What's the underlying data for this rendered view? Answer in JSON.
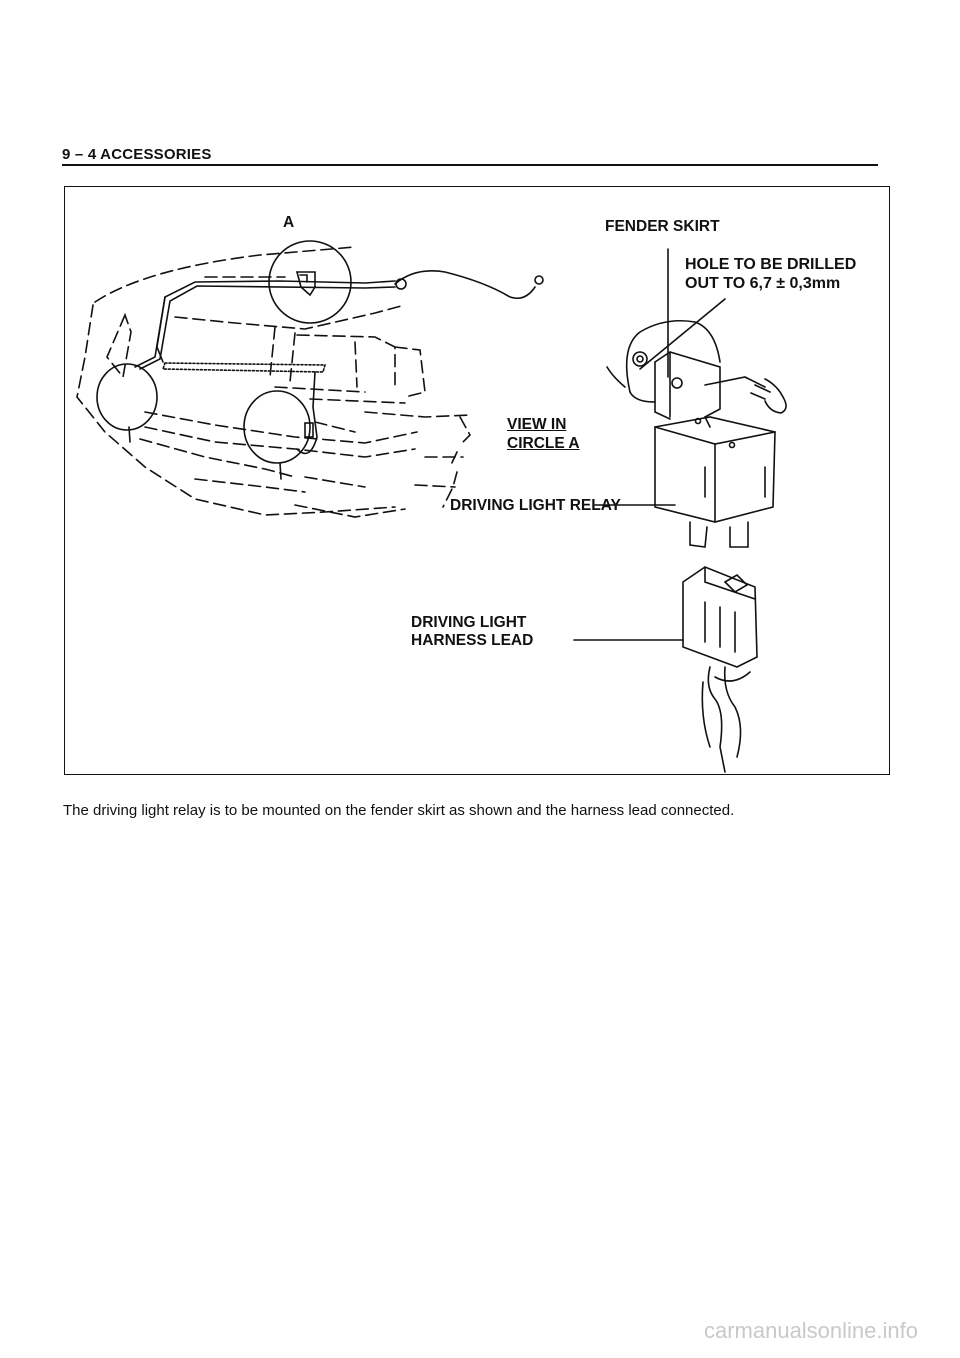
{
  "header": {
    "title": "9 – 4 ACCESSORIES"
  },
  "figure": {
    "label_a": "A",
    "fender_skirt": "FENDER SKIRT",
    "hole_line1": "HOLE TO BE DRILLED",
    "hole_line2": "OUT TO 6,7 ± 0,3mm",
    "view_line1": "VIEW IN",
    "view_line2": "CIRCLE A",
    "relay": "DRIVING LIGHT RELAY",
    "harness_line1": "DRIVING LIGHT",
    "harness_line2": "HARNESS LEAD"
  },
  "caption": "The driving light relay is to be mounted on the fender skirt as shown and the harness lead connected.",
  "watermark": "carmanualsonline.info"
}
